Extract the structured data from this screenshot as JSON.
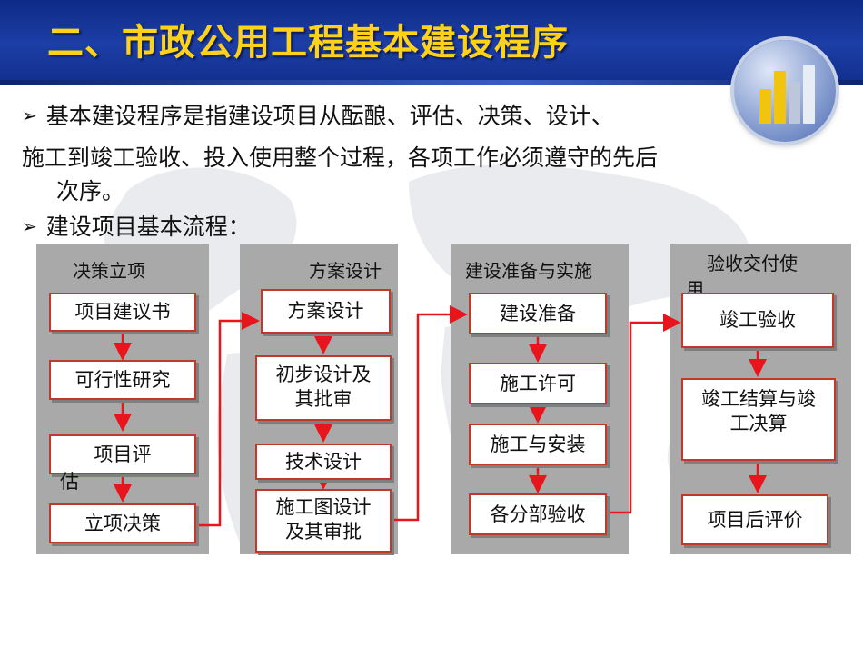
{
  "title": "二、市政公用工程基本建设程序",
  "bullets": [
    {
      "marker": "➢",
      "text": "基本建设程序是指建设项目从酝酿、评估、决策、设计、"
    },
    {
      "marker": "",
      "text": "施工到竣工验收、投入使用整个过程，各项工作必须遵守的先后"
    },
    {
      "marker": "",
      "text": "次序。"
    },
    {
      "marker": "➢",
      "text": "建设项目基本流程："
    }
  ],
  "flow": {
    "columns": [
      {
        "header": "决策立项",
        "steps": [
          "项目建议书",
          "可行性研究",
          "项目评",
          "立项决策"
        ],
        "overflow_char": "估"
      },
      {
        "header": "方案设计",
        "steps": [
          "方案设计",
          "初步设计及",
          "技术设计",
          "施工图设计"
        ],
        "steps_line2": {
          "1": "其批审",
          "3": "及其审批"
        }
      },
      {
        "header": "建设准备与实施",
        "steps": [
          "建设准备",
          "施工许可",
          "施工与安装",
          "各分部验收"
        ]
      },
      {
        "header_line1": "验收交付使",
        "header_line2": "用",
        "steps": [
          "竣工验收",
          "竣工结算与竣",
          "项目后评价"
        ],
        "steps_line2": {
          "1": "工决算"
        }
      }
    ]
  },
  "colors": {
    "header_bg": "#1c3ea6",
    "title": "#ffd21a",
    "panel": "#a9a9a9",
    "box_border": "#c0392b",
    "arrow": "#e8161c"
  },
  "icons": [
    "globe-watermark",
    "bar-chart-logo-icon",
    "arrow-bullet-icon"
  ]
}
